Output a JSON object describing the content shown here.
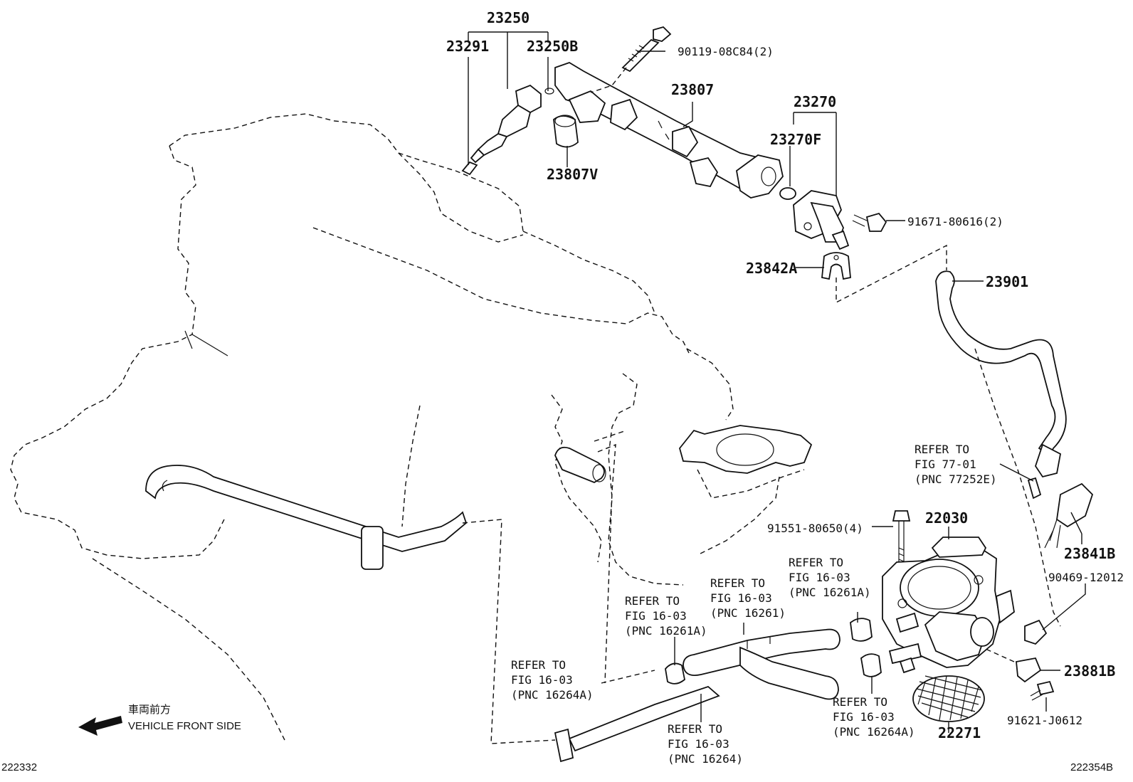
{
  "labels": {
    "p23250": "23250",
    "p23291": "23291",
    "p23250B": "23250B",
    "p90119": "90119-08C84(2)",
    "p23807": "23807",
    "p23807V": "23807V",
    "p23270": "23270",
    "p23270F": "23270F",
    "p91671": "91671-80616(2)",
    "p23842A": "23842A",
    "p23901": "23901",
    "p22030": "22030",
    "p91551": "91551-80650(4)",
    "p23841B": "23841B",
    "p90469": "90469-12012",
    "p23881B": "23881B",
    "p91621": "91621-J0612",
    "p22271": "22271"
  },
  "refs": {
    "r77": [
      "REFER TO",
      "FIG 77-01",
      "(PNC 77252E)"
    ],
    "r16261A_top": [
      "REFER TO",
      "FIG 16-03",
      "(PNC 16261A)"
    ],
    "r16261": [
      "REFER TO",
      "FIG 16-03",
      "(PNC 16261)"
    ],
    "r16261A_left": [
      "REFER TO",
      "FIG 16-03",
      "(PNC 16261A)"
    ],
    "r16264A_left": [
      "REFER TO",
      "FIG 16-03",
      "(PNC 16264A)"
    ],
    "r16264A_right": [
      "REFER TO",
      "FIG 16-03",
      "(PNC 16264A)"
    ],
    "r16264": [
      "REFER TO",
      "FIG 16-03",
      "(PNC 16264)"
    ]
  },
  "footer": {
    "jp_text": "車両前方",
    "en_text": "VEHICLE FRONT SIDE",
    "code_left": "222332",
    "code_right": "222354B"
  }
}
